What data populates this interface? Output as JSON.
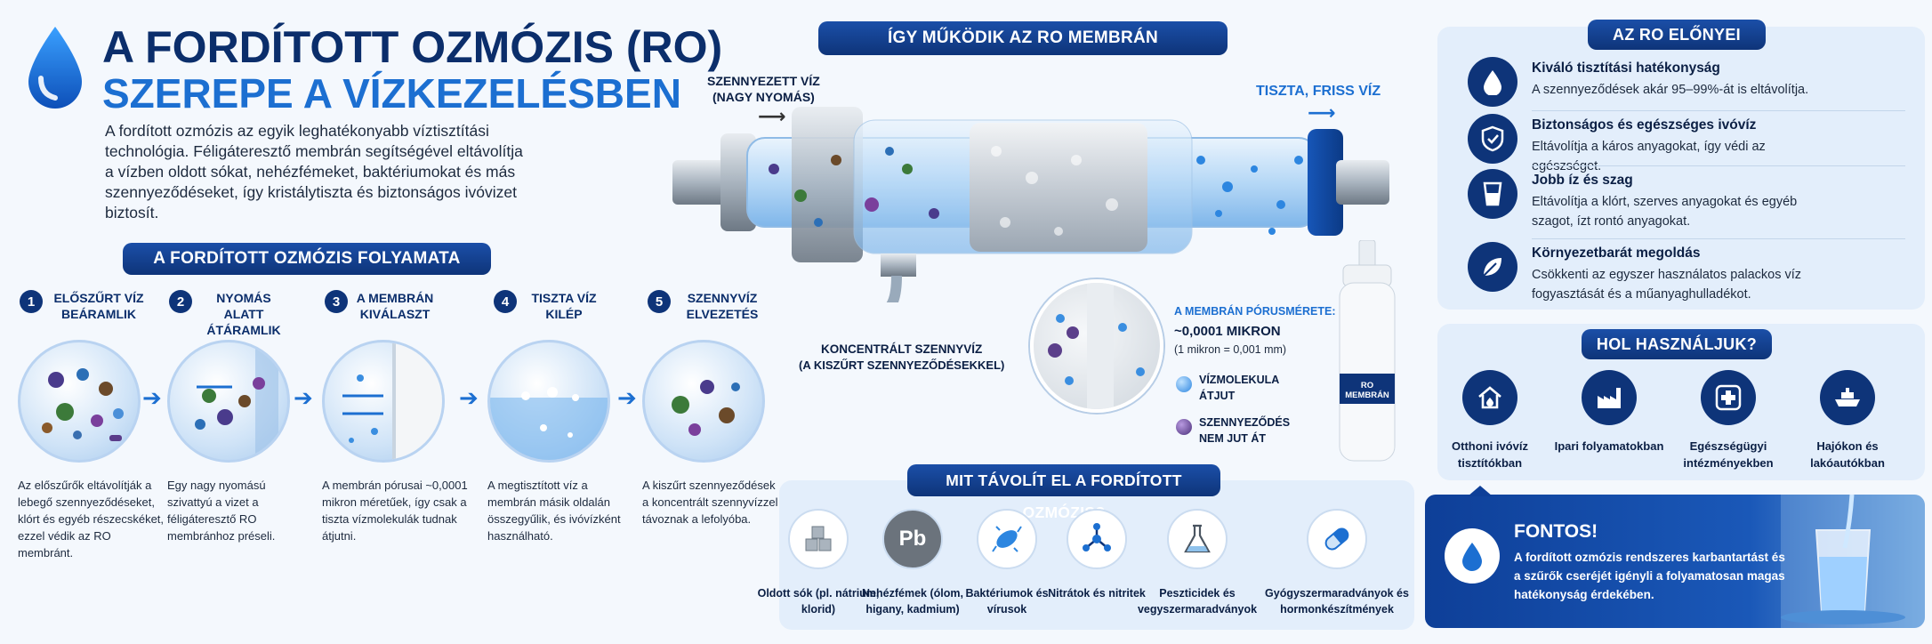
{
  "header": {
    "title_line1": "A FORDÍTOTT OZMÓZIS (RO)",
    "title_line2": "SZEREPE A VÍZKEZELÉSBEN",
    "intro": "A fordított ozmózis az egyik leghatékonyabb víztisztítási technológia. Féligáteresztő membrán segítségével eltávolítja a vízben oldott sókat, nehézfémeket, baktériumokat és más szennyeződéseket, így kristálytiszta és biztonságos ivóvizet biztosít."
  },
  "process": {
    "heading": "A FORDÍTOTT OZMÓZIS FOLYAMATA",
    "steps": [
      {
        "num": "1",
        "title": "ELŐSZŰRT VÍZ BEÁRAMLIK",
        "desc": "Az előszűrők eltávolítják a lebegő szennyeződéseket, klórt és egyéb részecskéket, ezzel védik az RO membránt."
      },
      {
        "num": "2",
        "title": "NYOMÁS ALATT ÁTÁRAMLIK",
        "desc": "Egy nagy nyomású szivattyú a vizet a féligáteresztő RO membránhoz préseli."
      },
      {
        "num": "3",
        "title": "A MEMBRÁN KIVÁLASZT",
        "desc": "A membrán pórusai ~0,0001 mikron méretűek, így csak a tiszta vízmolekulák tudnak átjutni."
      },
      {
        "num": "4",
        "title": "TISZTA VÍZ KILÉP",
        "desc": "A megtisztított víz a membrán másik oldalán összegyűlik, és ivóvízként használható."
      },
      {
        "num": "5",
        "title": "SZENNYVÍZ ELVEZETÉS",
        "desc": "A kiszűrt szennyeződések a koncentrált szennyvízzel távoznak a lefolyóba."
      }
    ]
  },
  "membrane": {
    "heading": "ÍGY MŰKÖDIK AZ RO MEMBRÁN",
    "inlet_label": "SZENNYEZETT VÍZ",
    "inlet_sub": "(NAGY NYOMÁS)",
    "outlet_label": "TISZTA, FRISS VÍZ",
    "concentrate_label": "KONCENTRÁLT SZENNYVÍZ",
    "concentrate_sub": "(A KISZŰRT SZENNYEZŐDÉSEKKEL)",
    "pore_title": "A MEMBRÁN PÓRUSMÉRETE:",
    "pore_size": "~0,0001 MIKRON",
    "pore_note": "(1 mikron = 0,001 mm)",
    "legend_water": "VÍZMOLEKULA ÁTJUT",
    "legend_dirt": "SZENNYEZŐDÉS NEM JUT ÁT",
    "cartridge_label": "RO MEMBRÁN"
  },
  "removes": {
    "heading": "MIT TÁVOLÍT EL A FORDÍTOTT OZMÓZIS?",
    "items": [
      {
        "label": "Oldott sók (pl. nátrium, klorid)",
        "icon": "cubes-icon"
      },
      {
        "label": "Nehézfémek (ólom, higany, kadmium)",
        "icon": "pb-icon",
        "symbol": "Pb"
      },
      {
        "label": "Baktériumok és vírusok",
        "icon": "bacteria-icon"
      },
      {
        "label": "Nitrátok és nitritek",
        "icon": "molecule-icon"
      },
      {
        "label": "Peszticidek és vegyszermaradványok",
        "icon": "flask-icon"
      },
      {
        "label": "Gyógyszermaradványok és hormonkészítmények",
        "icon": "capsule-icon"
      }
    ]
  },
  "advantages": {
    "heading": "AZ RO ELŐNYEI",
    "items": [
      {
        "title": "Kiváló tisztítási hatékonyság",
        "desc": "A szennyeződések akár 95–99%-át is eltávolítja.",
        "icon": "drop-icon"
      },
      {
        "title": "Biztonságos és egészséges ivóvíz",
        "desc": "Eltávolítja a káros anyagokat, így védi az egészséget.",
        "icon": "shield-icon"
      },
      {
        "title": "Jobb íz és szag",
        "desc": "Eltávolítja a klórt, szerves anyagokat és egyéb szagot, ízt rontó anyagokat.",
        "icon": "glass-icon"
      },
      {
        "title": "Környezetbarát megoldás",
        "desc": "Csökkenti az egyszer használatos palackos víz fogyasztását és a műanyaghulladékot.",
        "icon": "leaf-icon"
      }
    ]
  },
  "uses": {
    "heading": "HOL HASZNÁLJUK?",
    "items": [
      {
        "label": "Otthoni ivóvíz tisztítókban",
        "icon": "house-icon"
      },
      {
        "label": "Ipari folyamatokban",
        "icon": "factory-icon"
      },
      {
        "label": "Egészségügyi intézményekben",
        "icon": "medical-cross-icon"
      },
      {
        "label": "Hajókon és lakóautókban",
        "icon": "ship-icon"
      }
    ]
  },
  "important": {
    "title": "FONTOS!",
    "text": "A fordított ozmózis rendszeres karbantartást és a szűrők cseréjét igényli a folyamatosan magas hatékonyság érdekében."
  },
  "colors": {
    "navy": "#0e3479",
    "accent": "#1c6fd1",
    "panel": "#e3eefb"
  }
}
